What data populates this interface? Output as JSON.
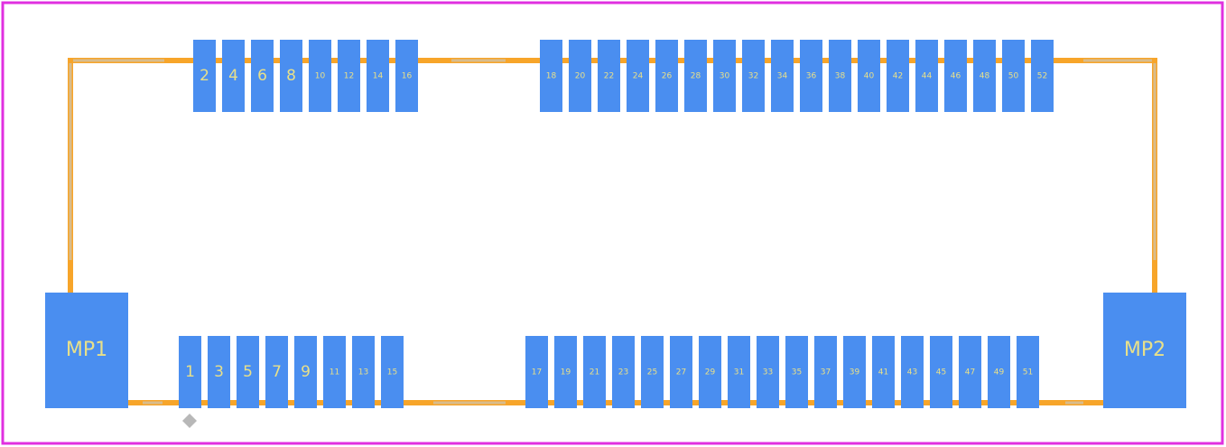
{
  "colors": {
    "background": "#ffffff",
    "board_outline": "#e030e0",
    "silkscreen_outline": "#f7a52a",
    "silkscreen_inner": "#d8bc8c",
    "pad": "#4a8ef0",
    "pad_label": "#e8e08a",
    "pin1_marker": "#b8b8b8"
  },
  "footprint": {
    "top_row_labels": [
      "2",
      "4",
      "6",
      "8",
      "10",
      "12",
      "14",
      "16",
      "18",
      "20",
      "22",
      "24",
      "26",
      "28",
      "30",
      "32",
      "34",
      "36",
      "38",
      "40",
      "42",
      "44",
      "46",
      "48",
      "50",
      "52"
    ],
    "bottom_row_labels": [
      "1",
      "3",
      "5",
      "7",
      "9",
      "11",
      "13",
      "15",
      "17",
      "19",
      "21",
      "23",
      "25",
      "27",
      "29",
      "31",
      "33",
      "35",
      "37",
      "39",
      "41",
      "43",
      "45",
      "47",
      "49",
      "51"
    ],
    "mounting_pads": [
      "MP1",
      "MP2"
    ],
    "pin1_marker_icon": "pin1-marker-icon"
  }
}
